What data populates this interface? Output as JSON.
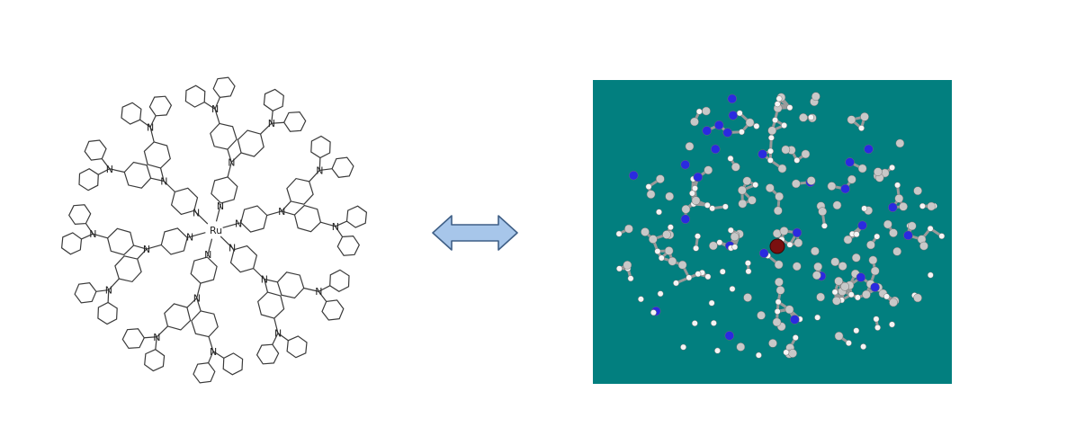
{
  "structure": {
    "metal_label": "Ru",
    "nitrogen_label": "N",
    "colors": {
      "line": "#3a3a3a",
      "text": "#222222"
    }
  },
  "arrow": {
    "type": "double-headed",
    "fill": "#a7c6ea",
    "stroke": "#3f5f86"
  },
  "model": {
    "background": "#027f7f",
    "atom_colors": {
      "carbon": "#c8c8c8",
      "hydrogen": "#f4f4f4",
      "nitrogen": "#2a2ae0",
      "metal": "#7a1010"
    }
  }
}
